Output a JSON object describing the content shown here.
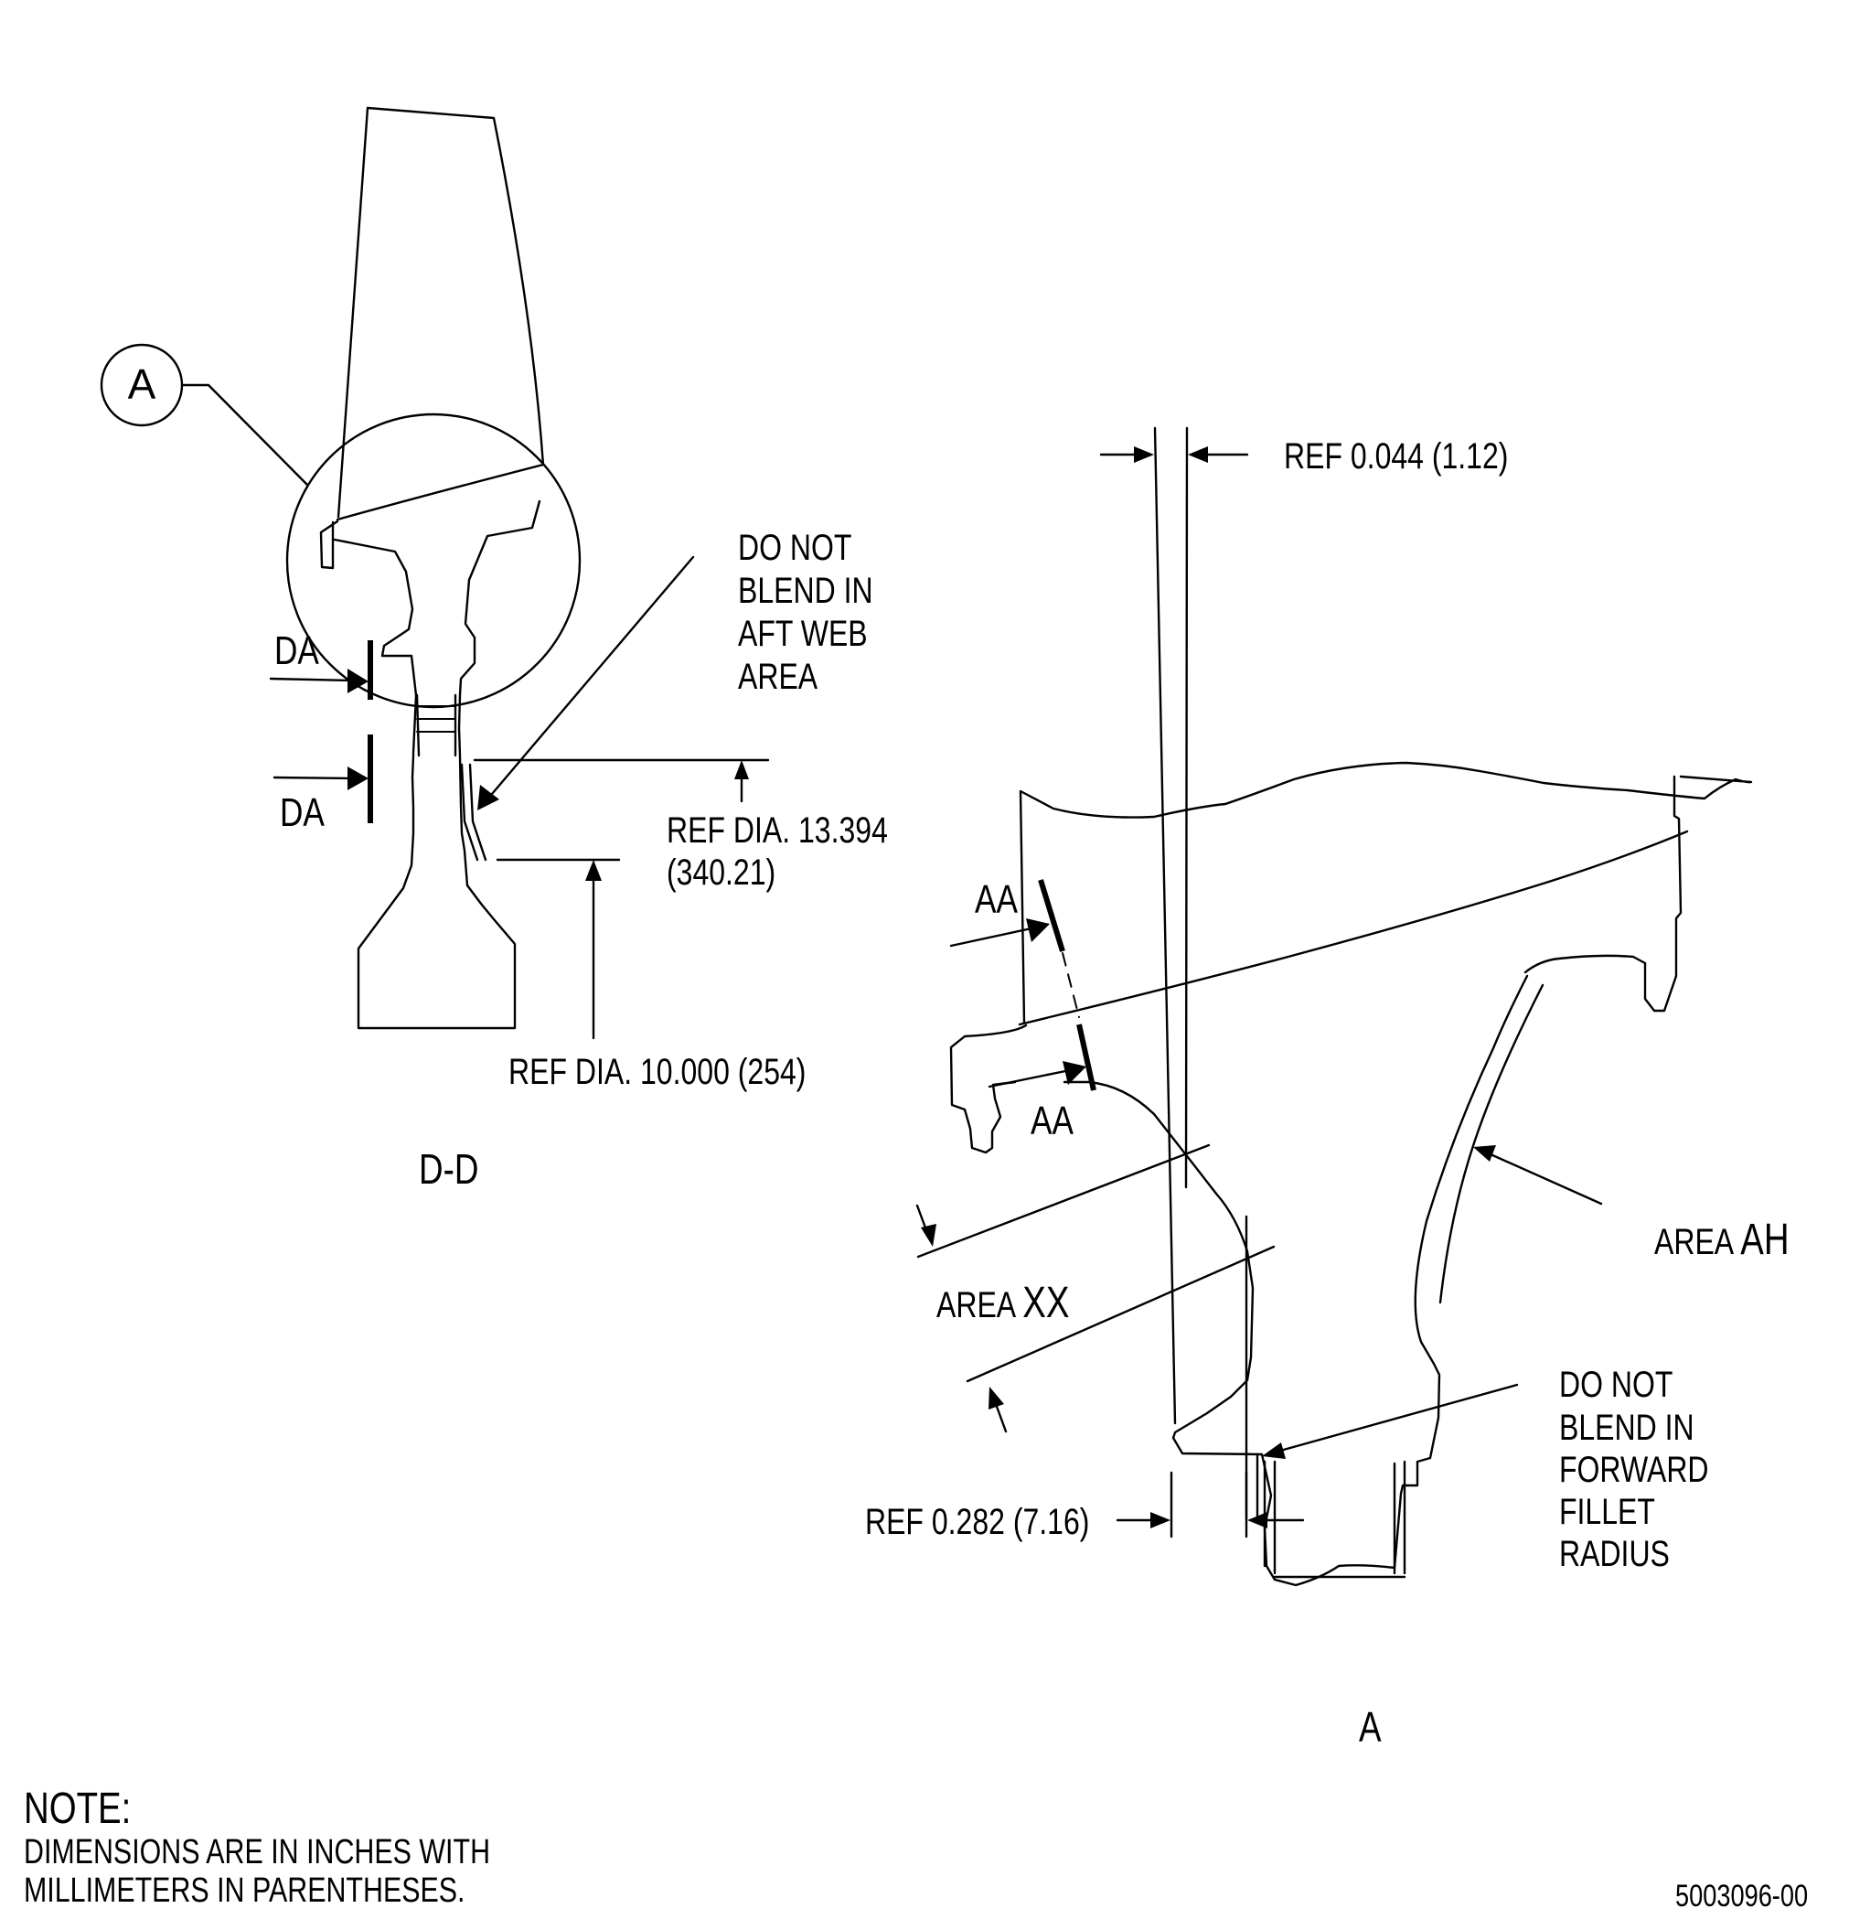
{
  "detail_callout": {
    "label": "A"
  },
  "section_dd": {
    "title": "D-D",
    "marker_top": "DA",
    "marker_bottom": "DA",
    "note_lines": [
      "DO NOT",
      "BLEND IN",
      "AFT WEB",
      "AREA"
    ],
    "ref_dia_1": [
      "REF DIA. 13.394",
      "(340.21)"
    ],
    "ref_dia_2": "REF DIA. 10.000 (254)"
  },
  "detail_a": {
    "title": "A",
    "ref_top": "REF 0.044 (1.12)",
    "marker_top": "AA",
    "marker_bottom": "AA",
    "area_xx_prefix": "AREA ",
    "area_xx_code": "XX",
    "area_ah_prefix": "AREA ",
    "area_ah_code": "AH",
    "note_lines": [
      "DO NOT",
      "BLEND IN",
      "FORWARD",
      "FILLET",
      "RADIUS"
    ],
    "ref_bottom": "REF 0.282 (7.16)"
  },
  "note": {
    "heading": "NOTE:",
    "lines": [
      "DIMENSIONS ARE IN INCHES WITH",
      "MILLIMETERS IN PARENTHESES."
    ]
  },
  "figure_id": "5003096-00"
}
